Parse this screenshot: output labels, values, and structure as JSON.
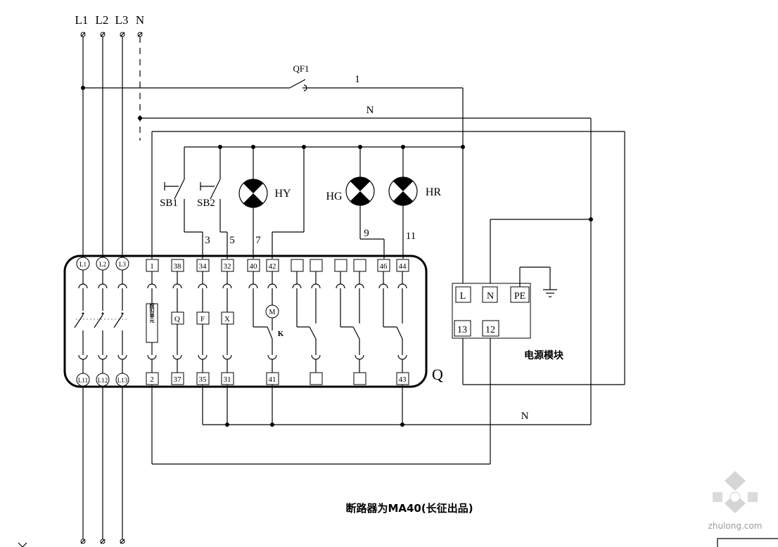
{
  "phases": [
    "L1",
    "L2",
    "L3",
    "N"
  ],
  "breaker_qf1": "QF1",
  "wire_labels": {
    "w1": "1",
    "n_top": "N",
    "n_bottom": "N",
    "w3": "3",
    "w5": "5",
    "w7": "7",
    "w9": "9",
    "w11": "11"
  },
  "buttons": {
    "sb1": "SB1",
    "sb2": "SB2"
  },
  "lamps": {
    "hy": "HY",
    "hg": "HG",
    "hr": "HR"
  },
  "main_terminals_top": [
    "L1",
    "L2",
    "L3"
  ],
  "main_terminals_bottom": [
    "L11",
    "L12",
    "L13"
  ],
  "terminals_top": [
    "1",
    "38",
    "34",
    "32",
    "40",
    "42",
    "",
    "",
    "",
    "",
    "46",
    "44"
  ],
  "terminals_bottom": [
    "2",
    "37",
    "35",
    "31",
    "41",
    "",
    "",
    "43"
  ],
  "coil_labels": {
    "unit": "脱扣单元",
    "q": "Q",
    "f": "F",
    "x": "X",
    "m": "M",
    "k": "K"
  },
  "breaker_label": "Q",
  "power_module": {
    "title": "电源模块",
    "terminals": [
      "L",
      "N",
      "PE",
      "13",
      "12"
    ]
  },
  "caption": "断路器为MA40(长征出品)",
  "watermark": "zhulong.com"
}
